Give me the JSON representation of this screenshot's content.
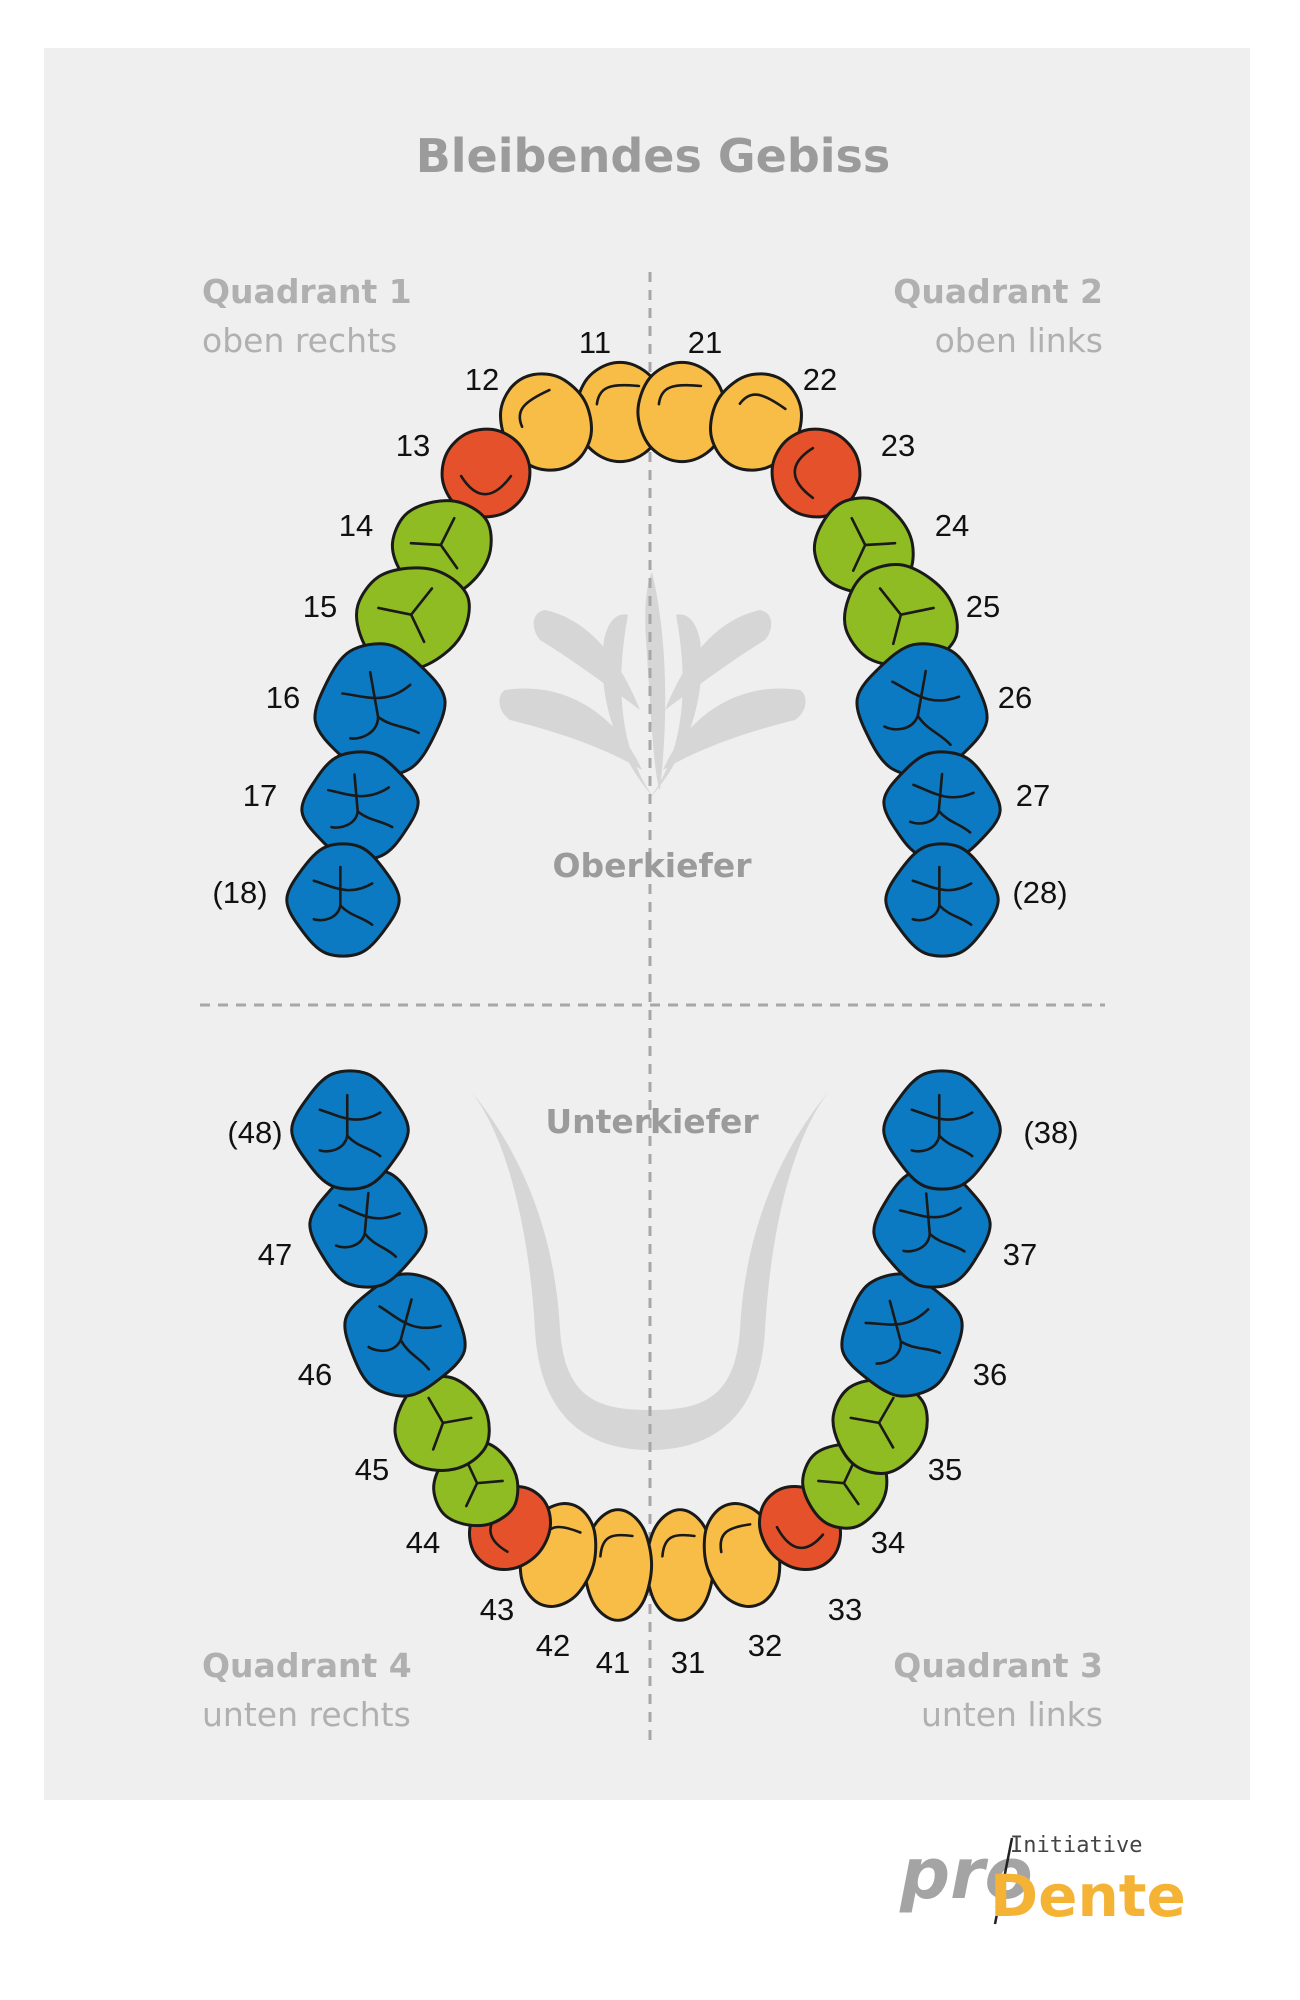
{
  "title": "Bleibendes Gebiss",
  "quadrants": [
    {
      "title": "Quadrant 1",
      "subtitle": "oben rechts"
    },
    {
      "title": "Quadrant 2",
      "subtitle": "oben links"
    },
    {
      "title": "Quadrant 3",
      "subtitle": "unten links"
    },
    {
      "title": "Quadrant 4",
      "subtitle": "unten rechts"
    }
  ],
  "jaws": {
    "upper": "Oberkiefer",
    "lower": "Unterkiefer"
  },
  "colors": {
    "incisor": "#f8bd46",
    "canine": "#e4512a",
    "premolar": "#8fbc22",
    "molar": "#0b7ac2"
  },
  "teeth": [
    {
      "label": "11",
      "type": "incisor"
    },
    {
      "label": "12",
      "type": "incisor"
    },
    {
      "label": "13",
      "type": "canine"
    },
    {
      "label": "14",
      "type": "premolar"
    },
    {
      "label": "15",
      "type": "premolar"
    },
    {
      "label": "16",
      "type": "molar"
    },
    {
      "label": "17",
      "type": "molar"
    },
    {
      "label": "(18)",
      "type": "molar"
    },
    {
      "label": "21",
      "type": "incisor"
    },
    {
      "label": "22",
      "type": "incisor"
    },
    {
      "label": "23",
      "type": "canine"
    },
    {
      "label": "24",
      "type": "premolar"
    },
    {
      "label": "25",
      "type": "premolar"
    },
    {
      "label": "26",
      "type": "molar"
    },
    {
      "label": "27",
      "type": "molar"
    },
    {
      "label": "(28)",
      "type": "molar"
    },
    {
      "label": "31",
      "type": "incisor"
    },
    {
      "label": "32",
      "type": "incisor"
    },
    {
      "label": "33",
      "type": "canine"
    },
    {
      "label": "34",
      "type": "premolar"
    },
    {
      "label": "35",
      "type": "premolar"
    },
    {
      "label": "36",
      "type": "molar"
    },
    {
      "label": "37",
      "type": "molar"
    },
    {
      "label": "(38)",
      "type": "molar"
    },
    {
      "label": "41",
      "type": "incisor"
    },
    {
      "label": "42",
      "type": "incisor"
    },
    {
      "label": "43",
      "type": "canine"
    },
    {
      "label": "44",
      "type": "premolar"
    },
    {
      "label": "45",
      "type": "premolar"
    },
    {
      "label": "46",
      "type": "molar"
    },
    {
      "label": "47",
      "type": "molar"
    },
    {
      "label": "(48)",
      "type": "molar"
    }
  ],
  "logo": {
    "prefix": "pro",
    "name": "Dente",
    "tagline": "Initiative"
  }
}
